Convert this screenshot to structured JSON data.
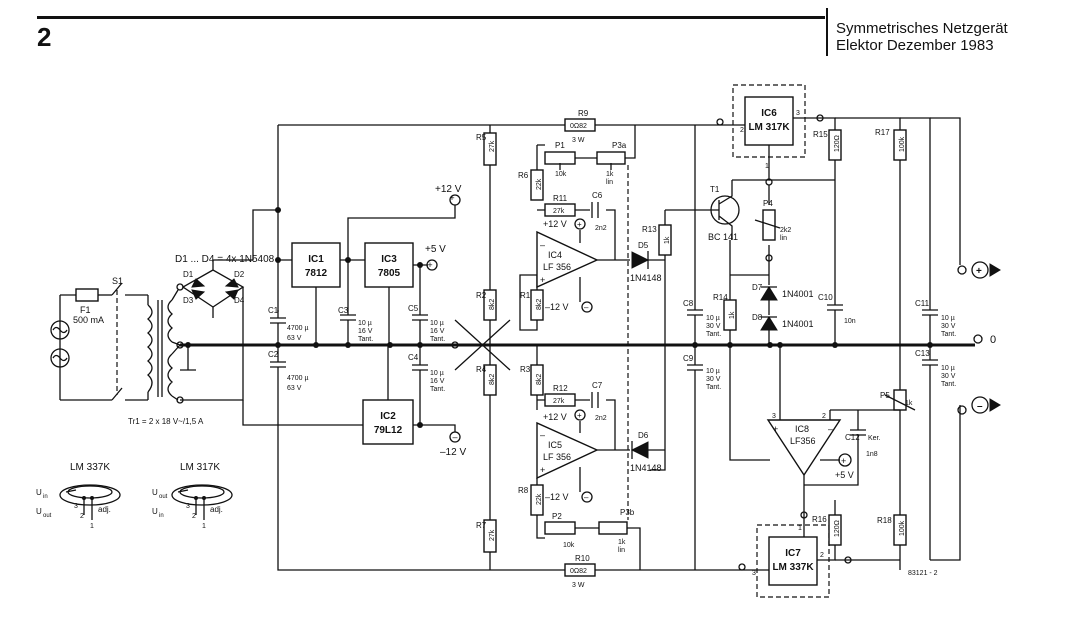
{
  "figure": {
    "number": "2",
    "title_line1": "Symmetrisches Netzgerät",
    "title_line2": "Elektor Dezember 1983",
    "code": "83121 - 2"
  },
  "labels": {
    "f1": "F1",
    "f1_value": "500 mA",
    "s1": "S1",
    "tr1": "Tr1 = 2 x 18 V~/1,5 A",
    "diodes_header": "D1 ... D4 = 4x 1N5408",
    "d1": "D1",
    "d2": "D2",
    "d3": "D3",
    "d4": "D4",
    "c1": "C1",
    "c1_v": "4700 µ",
    "c1_u": "63 V",
    "c2": "C2",
    "c2_v": "4700 µ",
    "c2_u": "63 V",
    "ic1": "IC1",
    "ic1_t": "7812",
    "ic3": "IC3",
    "ic3_t": "7805",
    "ic2": "IC2",
    "ic2_t": "79L12",
    "c3": "C3",
    "c3_v": "10 µ",
    "c3_u": "16 V",
    "c3_t": "Tant.",
    "c4": "C4",
    "c4_v": "10 µ",
    "c4_u": "16 V",
    "c4_t": "Tant.",
    "c5": "C5",
    "c5_v": "10 µ",
    "c5_u": "16 V",
    "c5_t": "Tant.",
    "p5v": "+5 V",
    "p12v_top": "+12 V",
    "m12v": "–12 V",
    "r5": "R5",
    "r5_v": "27k",
    "r2": "R2",
    "r2_v": "8k2",
    "r1": "R1",
    "r1_v": "8k2",
    "r6": "R6",
    "r6_v": "22k",
    "r4": "R4",
    "r4_v": "8k2",
    "r3": "R3",
    "r3_v": "8k2",
    "r7": "R7",
    "r7_v": "27k",
    "r8": "R8",
    "r8_v": "22k",
    "r9": "R9",
    "r9_v": "0Ω82",
    "r9_p": "3 W",
    "r10": "R10",
    "r10_v": "0Ω82",
    "r10_p": "3 W",
    "r11": "R11",
    "r11_v": "27k",
    "r12": "R12",
    "r12_v": "27k",
    "c6": "C6",
    "c6_v": "2n2",
    "c7": "C7",
    "c7_v": "2n2",
    "p1": "P1",
    "p1_v": "10k",
    "p2": "P2",
    "p2_v": "10k",
    "p3a": "P3a",
    "p3a_v": "1k",
    "p3a_l": "lin",
    "p3b": "P3b",
    "p3b_v": "1k",
    "p3b_l": "lin",
    "ic4": "IC4",
    "ic4_t": "LF 356",
    "ic5": "IC5",
    "ic5_t": "LF 356",
    "op_p12": "+12 V",
    "op_m12": "–12 V",
    "d5": "D5",
    "d5_t": "1N4148",
    "d6": "D6",
    "d6_t": "1N4148",
    "r13": "R13",
    "r13_v": "1k",
    "r14": "R14",
    "r14_v": "1k",
    "t1": "T1",
    "t1_t": "BC 141",
    "ic6": "IC6",
    "ic6_t": "LM 317K",
    "ic7": "IC7",
    "ic7_t": "LM 337K",
    "ic8": "IC8",
    "ic8_t": "LF356",
    "r15": "R15",
    "r15_v": "120Ω",
    "r16": "R16",
    "r16_v": "120Ω",
    "r17": "R17",
    "r17_v": "100k",
    "r18": "R18",
    "r18_v": "100k",
    "p4": "P4",
    "p4_v": "2k2",
    "p4_l": "lin",
    "p5": "P5",
    "p5_v": "1k",
    "d7": "D7",
    "d7_t": "1N4001",
    "d8": "D8",
    "d8_t": "1N4001",
    "c8": "C8",
    "c8_v": "10 µ",
    "c8_u": "30 V",
    "c8_t": "Tant.",
    "c9": "C9",
    "c9_v": "10 µ",
    "c9_u": "30 V",
    "c9_t": "Tant.",
    "c10": "C10",
    "c10_v": "10n",
    "c11": "C11",
    "c11_v": "10 µ",
    "c11_u": "30 V",
    "c11_t": "Tant.",
    "c13": "C13",
    "c13_v": "10 µ",
    "c13_u": "30 V",
    "c13_t": "Tant.",
    "c12": "C12",
    "c12_v": "Ker.",
    "c12_v2": "1n8",
    "ic8_p5v": "+5 V",
    "lm337k": "LM 337K",
    "lm317k": "LM 317K",
    "uin": "U",
    "uin_sub": "in",
    "uout": "U",
    "uout_sub": "out",
    "adj": "adj.",
    "pin1": "1",
    "pin2": "2",
    "pin3": "3",
    "out_zero": "0"
  }
}
